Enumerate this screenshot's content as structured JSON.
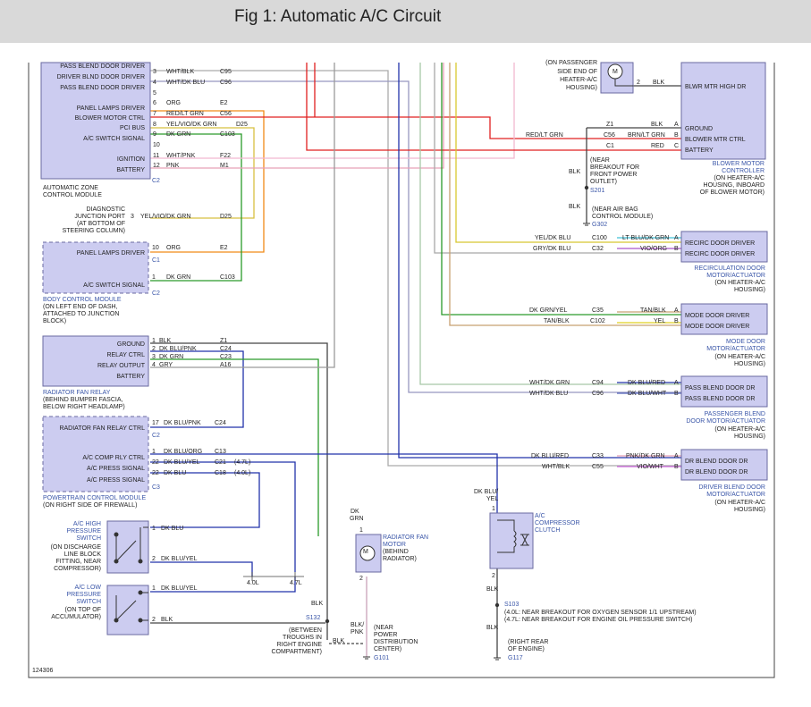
{
  "page": {
    "title": "Fig 1: Automatic A/C Circuit",
    "figure_id": "124306"
  },
  "colors": {
    "module_fill": "#ccccf0",
    "module_border": "#6a6aa0",
    "blue_label": "#3a56a8",
    "RED": "#e02020",
    "ORG": "#f08a18",
    "GRN": "#2a9a2a",
    "BLU": "#2233aa",
    "PNK": "#f2a8c0",
    "WHT": "#aaaaaa",
    "GRY": "#9a9a9a",
    "BLK": "#444444",
    "YEL": "#e0d020",
    "TAN": "#c8a070",
    "LT BLU": "#40c0d8",
    "VIO": "#aa55cc",
    "BRN": "#8a5a2a"
  },
  "modules": {
    "azc": {
      "caption": [
        "AUTOMATIC ZONE",
        "CONTROL MODULE"
      ],
      "connector": "C2",
      "pins": [
        {
          "label": "PASS BLEND DOOR DRIVER",
          "pin": "3",
          "wire": "WHT/BLK",
          "circuit": "C95"
        },
        {
          "label": "DRIVER BLND DOOR DRIVER",
          "pin": "4",
          "wire": "WHT/DK BLU",
          "circuit": "C96"
        },
        {
          "label": "PASS BLEND DOOR DRIVER",
          "pin": "5",
          "wire": "",
          "circuit": ""
        },
        {
          "label": "PANEL LAMPS DRIVER",
          "pin": "6",
          "wire": "ORG",
          "circuit": "E2"
        },
        {
          "label": "BLOWER MOTOR CTRL",
          "pin": "7",
          "wire": "RED/LT GRN",
          "circuit": "C56"
        },
        {
          "label": "PCI BUS",
          "pin": "8",
          "wire": "YEL/VIO/DK GRN",
          "circuit": "D25"
        },
        {
          "label": "A/C SWITCH SIGNAL",
          "pin": "9",
          "wire": "DK GRN",
          "circuit": "C103"
        },
        {
          "label": "",
          "pin": "10",
          "wire": "",
          "circuit": ""
        },
        {
          "label": "IGNITION",
          "pin": "11",
          "wire": "WHT/PNK",
          "circuit": "F22"
        },
        {
          "label": "BATTERY",
          "pin": "12",
          "wire": "PNK",
          "circuit": "M1"
        }
      ]
    },
    "djp": {
      "caption": [
        "DIAGNOSTIC",
        "JUNCTION PORT",
        "(AT BOTTOM OF",
        "STEERING COLUMN)"
      ],
      "pin": "3",
      "wire": "YEL/VIO/DK GRN",
      "circuit": "D25"
    },
    "bcm": {
      "caption": [
        "BODY CONTROL MODULE",
        "(ON LEFT END OF DASH,",
        "ATTACHED TO JUNCTION",
        "BLOCK)"
      ],
      "pins": [
        {
          "label": "PANEL LAMPS DRIVER",
          "pin": "10",
          "wire": "ORG",
          "circuit": "E2",
          "connector": "C1"
        },
        {
          "label": "A/C SWITCH SIGNAL",
          "pin": "1",
          "wire": "DK GRN",
          "circuit": "C103",
          "connector": "C2"
        }
      ]
    },
    "rfr": {
      "caption": [
        "RADIATOR FAN RELAY",
        "(BEHIND BUMPER FASCIA,",
        "BELOW RIGHT HEADLAMP)"
      ],
      "pins": [
        {
          "label": "GROUND",
          "pin": "1",
          "wire": "BLK",
          "circuit": "Z1"
        },
        {
          "label": "RELAY CTRL",
          "pin": "2",
          "wire": "DK BLU/PNK",
          "circuit": "C24"
        },
        {
          "label": "RELAY OUTPUT",
          "pin": "3",
          "wire": "DK GRN",
          "circuit": "C23"
        },
        {
          "label": "BATTERY",
          "pin": "4",
          "wire": "GRY",
          "circuit": "A16"
        }
      ]
    },
    "pcm": {
      "caption": [
        "POWERTRAIN CONTROL MODULE",
        "(ON RIGHT SIDE OF FIREWALL)"
      ],
      "pins": [
        {
          "label": "RADIATOR FAN RELAY CTRL",
          "pin": "17",
          "wire": "DK BLU/PNK",
          "circuit": "C24",
          "note": "",
          "connector": "C2"
        },
        {
          "label": "A/C COMP RLY CTRL",
          "pin": "1",
          "wire": "DK BLU/ORG",
          "circuit": "C13",
          "note": "",
          "connector": ""
        },
        {
          "label": "A/C PRESS SIGNAL",
          "pin": "22",
          "wire": "DK BLU/YEL",
          "circuit": "C21",
          "note": "(4.7L)",
          "connector": ""
        },
        {
          "label": "A/C PRESS SIGNAL",
          "pin": "22",
          "wire": "DK BLU",
          "circuit": "C18",
          "note": "(4.0L)",
          "connector": "C3"
        }
      ]
    },
    "hps": {
      "title": [
        "A/C HIGH",
        "PRESSURE",
        "SWITCH"
      ],
      "caption": [
        "(ON DISCHARGE",
        "LINE BLOCK",
        "FITTING, NEAR",
        "COMPRESSOR)"
      ],
      "pins": [
        {
          "pin": "1",
          "wire": "DK BLU"
        },
        {
          "pin": "2",
          "wire": "DK BLU/YEL"
        }
      ],
      "engines": [
        "4.0L",
        "4.7L"
      ]
    },
    "lps": {
      "title": [
        "A/C LOW",
        "PRESSURE",
        "SWITCH"
      ],
      "caption": [
        "(ON TOP OF",
        "ACCUMULATOR)"
      ],
      "pins": [
        {
          "pin": "1",
          "wire": "DK BLU/YEL"
        },
        {
          "pin": "2",
          "wire": "BLK"
        }
      ]
    },
    "rfm": {
      "title": [
        "RADIATOR FAN",
        "MOTOR"
      ],
      "caption": [
        "(BEHIND",
        "RADIATOR)"
      ],
      "top_wire": [
        "DK",
        "GRN"
      ],
      "pins": [
        "1",
        "2"
      ],
      "bottom_wire": [
        "BLK/",
        "PNK"
      ]
    },
    "acc": {
      "title": [
        "A/C",
        "COMPRESSOR",
        "CLUTCH"
      ],
      "top_wire": [
        "DK BLU/",
        "YEL"
      ],
      "pins": [
        "1",
        "2"
      ],
      "bottom_wire": "BLK"
    },
    "blower_motor": {
      "caption": [
        "(ON PASSENGER",
        "SIDE END OF",
        "HEATER-A/C",
        "HOUSING)"
      ],
      "pin": "2",
      "wire": "BLK",
      "motor_symbol": "M"
    },
    "bmc": {
      "pins": [
        {
          "label": "BLWR MTR HIGH DR",
          "pin": "",
          "wire": "",
          "circuit": ""
        },
        {
          "label": "GROUND",
          "pin": "A",
          "wire": "BLK",
          "circuit": "Z1"
        },
        {
          "label": "BLOWER MTR CTRL",
          "pin": "B",
          "wire": "BRN/LT GRN",
          "circuit": "C56"
        },
        {
          "label": "BATTERY",
          "pin": "C",
          "wire": "RED",
          "circuit": "C1"
        }
      ],
      "caption": [
        "BLOWER MOTOR",
        "CONTROLLER"
      ],
      "subcaption": [
        "(ON HEATER-A/C",
        "HOUSING, INBOARD",
        "OF BLOWER MOTOR)"
      ],
      "splice_wire": "RED/LT GRN"
    },
    "recirc": {
      "caption": [
        "RECIRCULATION DOOR",
        "MOTOR/ACTUATOR"
      ],
      "subcaption": [
        "(ON HEATER-A/C",
        "HOUSING)"
      ],
      "pins": [
        {
          "label": "RECIRC DOOR DRIVER",
          "pin": "A",
          "left_wire": "YEL/DK BLU",
          "circuit": "C100",
          "right_wire": "LT BLU/DK GRN"
        },
        {
          "label": "RECIRC DOOR DRIVER",
          "pin": "B",
          "left_wire": "GRY/DK BLU",
          "circuit": "C32",
          "right_wire": "VIO/ORG"
        }
      ]
    },
    "mode": {
      "caption": [
        "MODE DOOR",
        "MOTOR/ACTUATOR"
      ],
      "subcaption": [
        "(ON HEATER-A/C",
        "HOUSING)"
      ],
      "pins": [
        {
          "label": "MODE DOOR DRIVER",
          "pin": "A",
          "left_wire": "DK GRN/YEL",
          "circuit": "C35",
          "right_wire": "TAN/BLK"
        },
        {
          "label": "MODE DOOR DRIVER",
          "pin": "B",
          "left_wire": "TAN/BLK",
          "circuit": "C102",
          "right_wire": "YEL"
        }
      ]
    },
    "pbd": {
      "caption": [
        "PASSENGER BLEND",
        "DOOR MOTOR/ACTUATOR"
      ],
      "subcaption": [
        "(ON HEATER-A/C",
        "HOUSING)"
      ],
      "pins": [
        {
          "label": "PASS BLEND DOOR DR",
          "pin": "A",
          "left_wire": "WHT/DK GRN",
          "circuit": "C94",
          "right_wire": "DK BLU/RED"
        },
        {
          "label": "PASS BLEND DOOR DR",
          "pin": "B",
          "left_wire": "WHT/DK BLU",
          "circuit": "C96",
          "right_wire": "DK BLU/WHT"
        }
      ]
    },
    "dbd": {
      "caption": [
        "DRIVER BLEND DOOR",
        "MOTOR/ACTUATOR"
      ],
      "subcaption": [
        "(ON HEATER-A/C",
        "HOUSING)"
      ],
      "pins": [
        {
          "label": "DR BLEND DOOR DR",
          "pin": "A",
          "left_wire": "DK BLU/RED",
          "circuit": "C33",
          "right_wire": "PNK/DK GRN"
        },
        {
          "label": "DR BLEND DOOR DR",
          "pin": "B",
          "left_wire": "WHT/BLK",
          "circuit": "C55",
          "right_wire": "VIO/WHT"
        }
      ]
    }
  },
  "splices": {
    "s201": {
      "id": "S201",
      "wire_above": "BLK",
      "note": [
        "(NEAR",
        "BREAKOUT FOR",
        "FRONT POWER",
        "OUTLET)"
      ]
    },
    "g302": {
      "id": "G302",
      "wire": "BLK",
      "note": [
        "(NEAR AIR BAG",
        "CONTROL MODULE)"
      ]
    },
    "s132": {
      "id": "S132",
      "wire": "BLK",
      "note": [
        "(BETWEEN",
        "TROUGHS IN",
        "RIGHT ENGINE",
        "COMPARTMENT)"
      ],
      "wire_out": "BLK"
    },
    "g101": {
      "id": "G101",
      "note": [
        "(NEAR",
        "POWER",
        "DISTRIBUTION",
        "CENTER)"
      ]
    },
    "s103": {
      "id": "S103",
      "wire": "BLK",
      "notes": [
        "(4.0L: NEAR BREAKOUT FOR OXYGEN SENSOR 1/1 UPSTREAM)",
        "(4.7L: NEAR BREAKOUT FOR ENGINE OIL PRESSURE SWITCH)"
      ]
    },
    "g117": {
      "id": "G117",
      "wire": "BLK",
      "note": [
        "(RIGHT REAR",
        "OF ENGINE)"
      ]
    }
  }
}
